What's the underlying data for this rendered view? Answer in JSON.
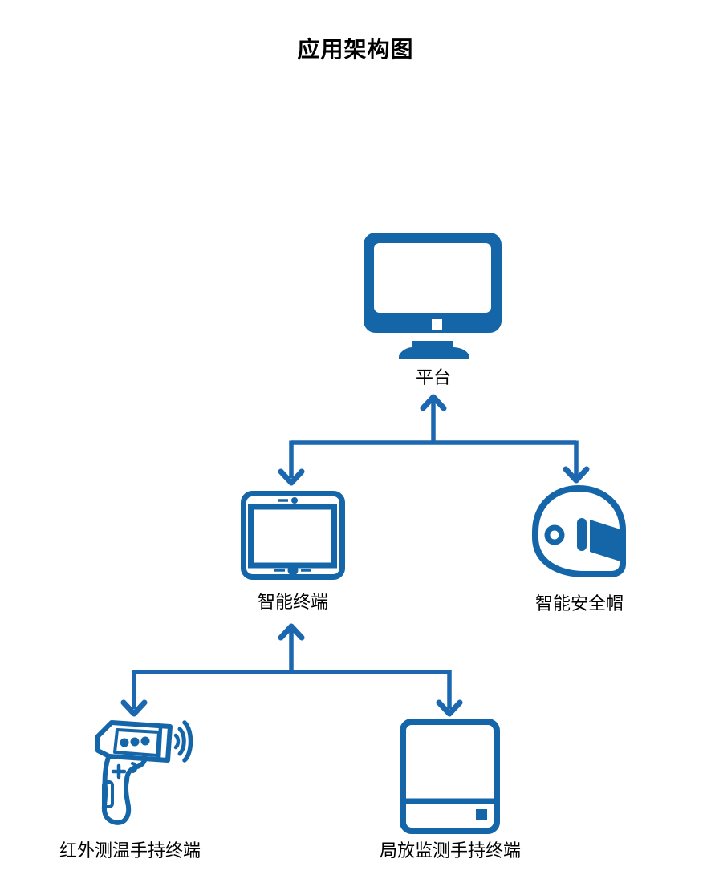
{
  "title": "应用架构图",
  "colors": {
    "icon": "#1565a9",
    "connector": "#1b67b0",
    "text": "#000000",
    "background": "#ffffff"
  },
  "nodes": {
    "platform": {
      "label": "平台",
      "icon": "desktop-monitor-icon"
    },
    "smart_terminal": {
      "label": "智能终端",
      "icon": "tablet-icon"
    },
    "smart_helmet": {
      "label": "智能安全帽",
      "icon": "safety-helmet-icon"
    },
    "ir_thermometer": {
      "label": "红外测温手持终端",
      "icon": "ir-thermometer-gun-icon"
    },
    "pd_monitor": {
      "label": "局放监测手持终端",
      "icon": "handheld-device-icon"
    }
  },
  "edges": [
    {
      "parent": "platform",
      "children": [
        "smart_terminal",
        "smart_helmet"
      ],
      "arrows": "both-directions"
    },
    {
      "parent": "smart_terminal",
      "children": [
        "ir_thermometer",
        "pd_monitor"
      ],
      "arrows": "both-directions"
    }
  ]
}
